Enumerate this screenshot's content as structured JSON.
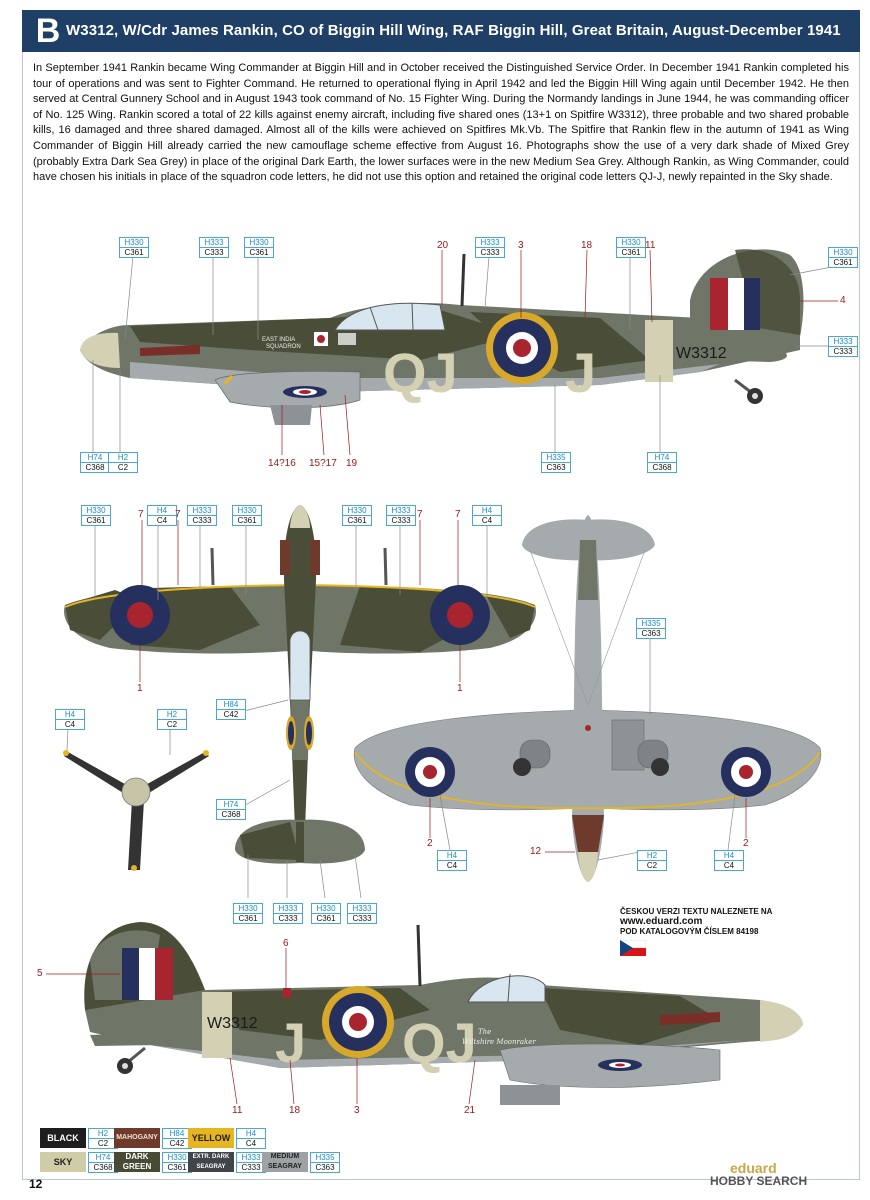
{
  "header": {
    "letter": "B",
    "title": "W3312, W/Cdr James Rankin, CO of Biggin Hill Wing, RAF Biggin Hill, Great Britain, August-December 1941"
  },
  "description": "In September 1941 Rankin became Wing Commander at Biggin Hill and in October received the Distinguished Service Order. In December 1941 Rankin completed his tour of operations and was sent to Fighter Command. He returned to operational flying in April 1942 and led the Biggin Hill Wing again until December 1942. He then served at Central Gunnery School and in August 1943 took command of No. 15 Fighter Wing. During the Normandy landings in June 1944, he was commanding officer of No. 125 Wing. Rankin scored a total of 22 kills against enemy aircraft, including five shared ones (13+1 on Spitfire W3312), three probable and two shared probable kills, 16 damaged and three shared damaged. Almost all of the kills were achieved on Spitfires Mk.Vb. The Spitfire that Rankin flew in the autumn of 1941 as Wing Commander of Biggin Hill already carried the new camouflage scheme effective from August 16. Photographs show the use of a very dark shade of Mixed Grey (probably Extra Dark Sea Grey) in place of the original Dark Earth, the lower surfaces were in the new Medium Sea Grey. Although Rankin, as Wing Commander, could have chosen his initials in place of the squadron code letters, he did not use this option and retained the original code letters QJ-J, newly repainted in the Sky shade.",
  "aircraft": {
    "serial": "W3312",
    "code_left": "QJ",
    "code_right": "J",
    "nose_text_1": "EAST INDIA",
    "nose_text_2": "SQUADRON",
    "script_name_1": "The",
    "script_name_2": "Wiltshire Moonraker"
  },
  "colors": {
    "dark_green": "#4a4e38",
    "ocean_grey": "#6f7668",
    "sea_grey": "#a5aaac",
    "sky": "#d4d0b4",
    "roundel_blue": "#25305f",
    "roundel_red": "#a8242e",
    "roundel_yellow": "#d8a82a",
    "callout_red": "#a01818",
    "code_blue": "#1a8cc8",
    "header_blue": "#1f3f66"
  },
  "callouts": [
    {
      "h": "H330",
      "c": "C361"
    },
    {
      "h": "H333",
      "c": "C333"
    },
    {
      "h": "H330",
      "c": "C361"
    },
    {
      "h": "H333",
      "c": "C333"
    },
    {
      "h": "H330",
      "c": "C361"
    },
    {
      "h": "H330",
      "c": "C361"
    },
    {
      "h": "H333",
      "c": "C333"
    },
    {
      "h": "H74",
      "c": "C368"
    },
    {
      "h": "H2",
      "c": "C2"
    },
    {
      "h": "H335",
      "c": "C363"
    },
    {
      "h": "H74",
      "c": "C368"
    },
    {
      "h": "H330",
      "c": "C361"
    },
    {
      "h": "H4",
      "c": "C4"
    },
    {
      "h": "H333",
      "c": "C333"
    },
    {
      "h": "H330",
      "c": "C361"
    },
    {
      "h": "H330",
      "c": "C361"
    },
    {
      "h": "H333",
      "c": "C333"
    },
    {
      "h": "H4",
      "c": "C4"
    },
    {
      "h": "H4",
      "c": "C4"
    },
    {
      "h": "H2",
      "c": "C2"
    },
    {
      "h": "H84",
      "c": "C42"
    },
    {
      "h": "H74",
      "c": "C368"
    },
    {
      "h": "H330",
      "c": "C361"
    },
    {
      "h": "H333",
      "c": "C333"
    },
    {
      "h": "H330",
      "c": "C361"
    },
    {
      "h": "H333",
      "c": "C333"
    },
    {
      "h": "H335",
      "c": "C363"
    },
    {
      "h": "H4",
      "c": "C4"
    },
    {
      "h": "H2",
      "c": "C2"
    },
    {
      "h": "H4",
      "c": "C4"
    }
  ],
  "markers": [
    "20",
    "3",
    "18",
    "11",
    "4",
    "14?16",
    "15?17",
    "19",
    "7",
    "7",
    "7",
    "7",
    "1",
    "1",
    "2",
    "2",
    "12",
    "6",
    "5",
    "11",
    "18",
    "3",
    "21"
  ],
  "czech_note": {
    "line1": "ČESKOU VERZI TEXTU NALEZNETE NA",
    "line2": "www.eduard.com",
    "line3": "POD KATALOGOVÝM ČÍSLEM 84198"
  },
  "legend": [
    {
      "name": "BLACK",
      "h": "H2",
      "c": "C2",
      "color": "#1e1e1e",
      "text": "#ffffff"
    },
    {
      "name": "MAHOGANY",
      "h": "H84",
      "c": "C42",
      "color": "#6e3a2c",
      "text": "#f1e1d6"
    },
    {
      "name": "YELLOW",
      "h": "H4",
      "c": "C4",
      "color": "#e6b522",
      "text": "#1e1e1e"
    },
    {
      "name": "SKY",
      "h": "H74",
      "c": "C368",
      "color": "#cfcca8",
      "text": "#1e1e1e"
    },
    {
      "name": "DARK GREEN",
      "h": "H330",
      "c": "C361",
      "color": "#474b33",
      "text": "#ffffff"
    },
    {
      "name": "EXTR. DARK SEAGRAY",
      "h": "H333",
      "c": "C333",
      "color": "#3f4548",
      "text": "#ffffff"
    },
    {
      "name": "MEDIUM SEAGRAY",
      "h": "H335",
      "c": "C363",
      "color": "#9da2a5",
      "text": "#1e1e1e"
    }
  ],
  "page_number": "12",
  "watermark_1": "eduard",
  "watermark_2": "HOBBY SEARCH"
}
